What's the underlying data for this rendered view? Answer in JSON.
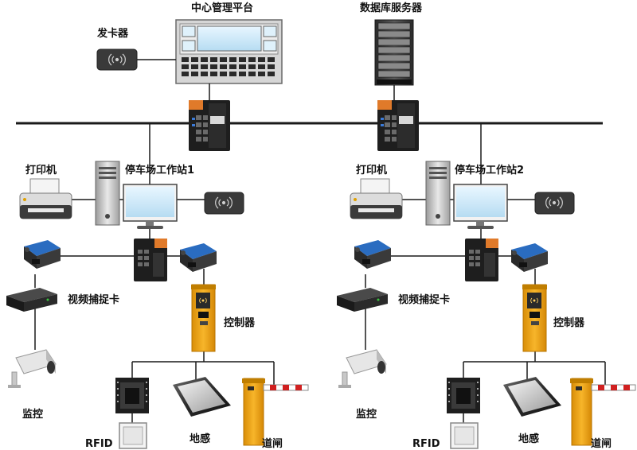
{
  "labels": {
    "central_platform": "中心管理平台",
    "db_server": "数据库服务器",
    "card_issuer": "发卡器",
    "printer": "打印机",
    "workstation": "停车场工作站",
    "video_card": "视频捕捉卡",
    "monitor": "监控",
    "controller": "控制器",
    "rfid": "RFID",
    "ground_sensor": "地感",
    "barrier_gate": "道闸"
  },
  "stations": [
    {
      "number": "1"
    },
    {
      "number": "2"
    }
  ],
  "colors": {
    "line": "#1a1a1a",
    "controller_body": "#f0a818",
    "switch_orange": "#e07a2a",
    "converter_blue": "#2a6cc0",
    "barrier_red": "#d02020"
  }
}
